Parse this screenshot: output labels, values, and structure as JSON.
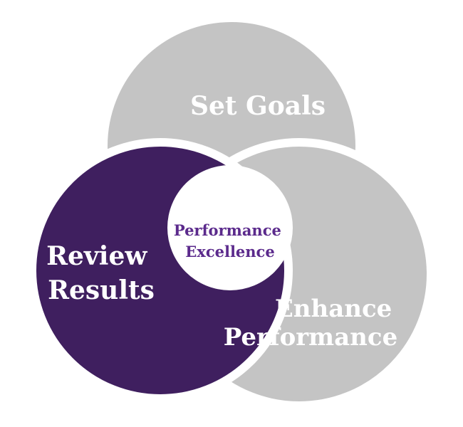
{
  "diagram": {
    "center_label": {
      "line1": "Performance",
      "line2": "Excellence"
    },
    "segments": [
      {
        "id": "set-goals",
        "lines": [
          "Set Goals"
        ]
      },
      {
        "id": "enhance-performance",
        "lines": [
          "Enhance",
          "Performance"
        ]
      },
      {
        "id": "review-results",
        "lines": [
          "Review",
          "Results"
        ]
      }
    ]
  },
  "colors": {
    "segment_gray": "#c4c4c4",
    "segment_purple": "#3f1f5f",
    "label_white": "#ffffff",
    "center_text_purple": "#5b2a8c",
    "separator": "#ffffff"
  }
}
